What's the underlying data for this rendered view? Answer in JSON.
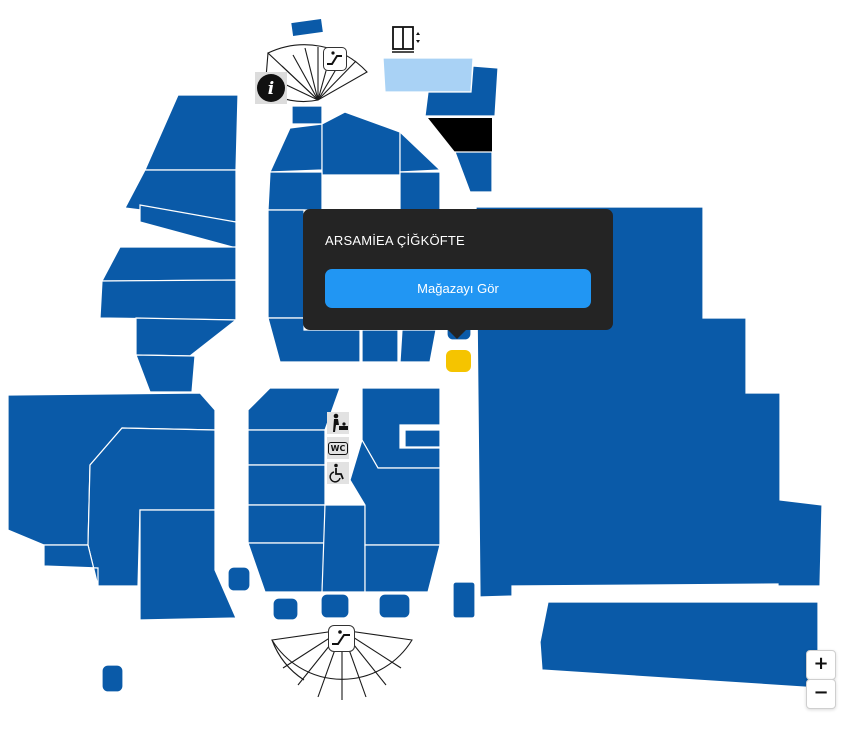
{
  "popup": {
    "store_name": "ARSAMİEA ÇİĞKÖFTE",
    "button_label": "Mağazayı Gör"
  },
  "controls": {
    "zoom_in": "+",
    "zoom_out": "−"
  },
  "icons": {
    "info": "info-icon",
    "escalator": "escalator-icon",
    "elevator": "elevator-icon",
    "baby_care": "baby-care-icon",
    "wc": "wc-icon",
    "wc_label": "WC",
    "accessible": "wheelchair-icon"
  },
  "colors": {
    "store": "#0a5aa8",
    "store_light": "#a9d2f5",
    "selected_marker": "#f5c400",
    "popup_bg": "#242424",
    "button": "#2196f3"
  }
}
